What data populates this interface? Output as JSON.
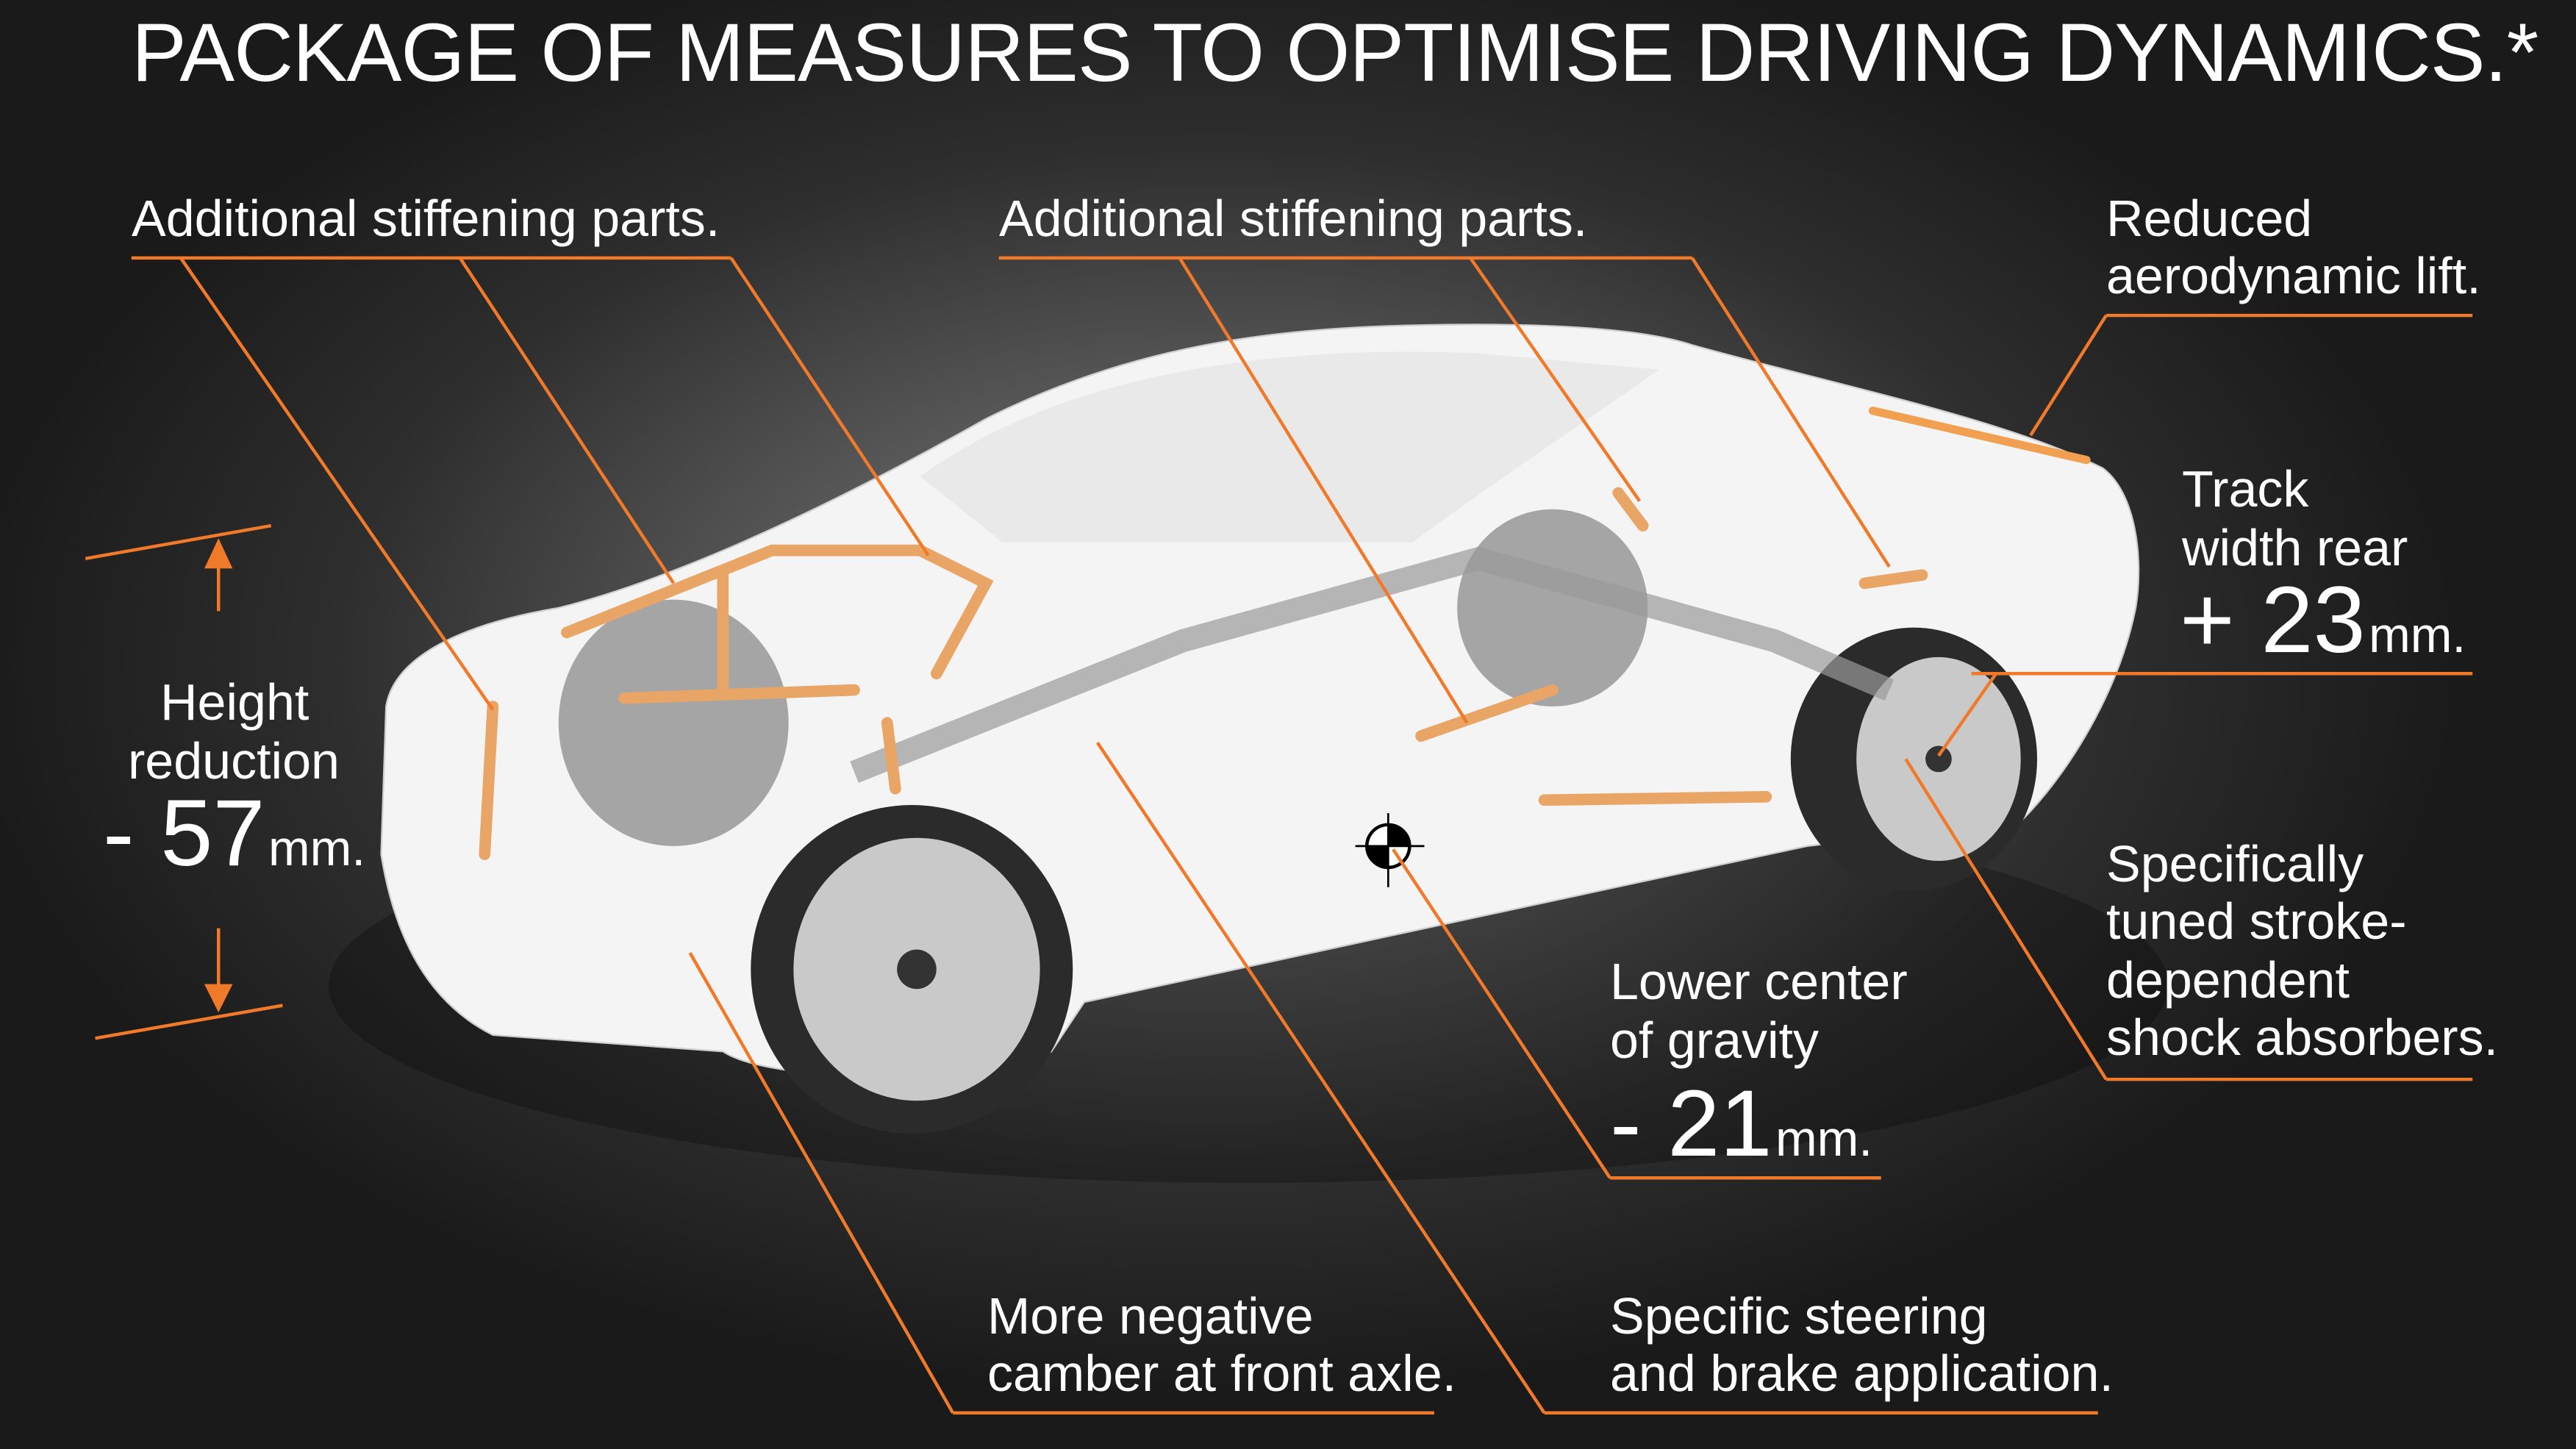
{
  "title": "PACKAGE OF MEASURES TO OPTIMISE DRIVING DYNAMICS.*",
  "labels": {
    "stiffening_front": "Additional stiffening parts.",
    "stiffening_rear": "Additional stiffening parts.",
    "aero": [
      "Reduced",
      "aerodynamic lift."
    ],
    "track": {
      "lines": [
        "Track",
        "width rear"
      ],
      "value": "+ 23",
      "unit": "mm."
    },
    "height": {
      "lines": [
        "Height",
        "reduction"
      ],
      "value": "- 57",
      "unit": "mm."
    },
    "shock": [
      "Specifically",
      "tuned stroke-",
      "dependent",
      "shock absorbers."
    ],
    "gravity": {
      "lines": [
        "Lower center",
        "of gravity"
      ],
      "value": "- 21",
      "unit": "mm."
    },
    "camber": [
      "More negative",
      "camber at front axle."
    ],
    "steering": [
      "Specific steering",
      "and brake application."
    ]
  },
  "colors": {
    "accent": "#f07a2a",
    "part": "#e8a566",
    "car": "#f4f4f4"
  }
}
